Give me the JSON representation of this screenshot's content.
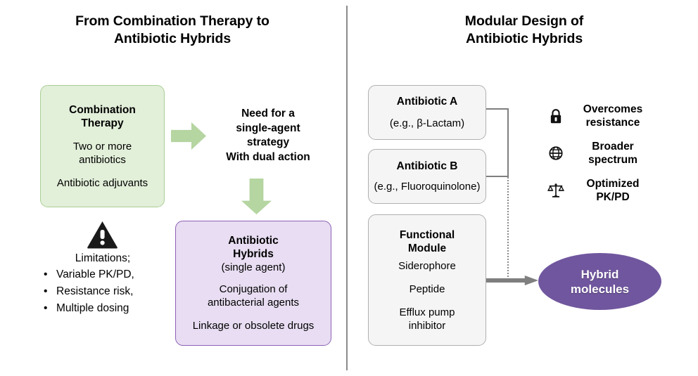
{
  "left_panel": {
    "title": "From Combination Therapy to Antibiotic Hybrids",
    "title_line1": "From Combination Therapy to",
    "title_line2": "Antibiotic Hybrids",
    "combination_box": {
      "title_line1": "Combination",
      "title_line2": "Therapy",
      "line1": "Two or more",
      "line2": "antibiotics",
      "line3": "Antibiotic adjuvants",
      "fill_color": "#e2efd9",
      "border_color": "#a9cf95"
    },
    "need_text": {
      "line1": "Need for a",
      "line2": "single-agent",
      "line3": "strategy",
      "line4": "With dual action"
    },
    "arrow_right_color": "#b5d5a1",
    "arrow_down_color": "#b5d5a1",
    "limitations": {
      "icon": "warning-triangle-icon",
      "heading": "Limitations;",
      "bullet_char": "•",
      "items": [
        "Variable PK/PD,",
        "Resistance risk,",
        "Multiple dosing"
      ]
    },
    "hybrids_box": {
      "title_line1": "Antibiotic",
      "title_line2": "Hybrids",
      "subtitle": "(single agent)",
      "line1": "Conjugation of",
      "line2": "antibacterial agents",
      "line3": "Linkage or obsolete drugs",
      "fill_color": "#e8ddf2",
      "border_color": "#8d62b5"
    }
  },
  "right_panel": {
    "title": "Modular Design of Antibiotic Hybrids",
    "title_line1": "Modular Design of",
    "title_line2": "Antibiotic Hybrids",
    "modules": [
      {
        "name": "antibiotic-a",
        "title": "Antibiotic A",
        "detail": "(e.g.,  β-Lactam)"
      },
      {
        "name": "antibiotic-b",
        "title": "Antibiotic B",
        "detail": "(e.g., Fluoroquinolone)"
      }
    ],
    "functional_module": {
      "title_line1": "Functional",
      "title_line2": "Module",
      "items": [
        "Siderophore",
        "Peptide",
        "Efflux pump inhibitor"
      ],
      "item3_line1": "Efflux pump",
      "item3_line2": "inhibitor"
    },
    "benefits": [
      {
        "icon": "lock-icon",
        "label": "Overcomes resistance",
        "line1": "Overcomes",
        "line2": "resistance"
      },
      {
        "icon": "globe-icon",
        "label": "Broader spectrum",
        "line1": "Broader",
        "line2": "spectrum"
      },
      {
        "icon": "balance-scale-icon",
        "label": "Optimized PK/PD",
        "line1": "Optimized",
        "line2": "PK/PD"
      }
    ],
    "result": {
      "line1": "Hybrid",
      "line2": "molecules",
      "fill_color": "#70569e",
      "text_color": "#ffffff"
    },
    "connector_color": "#7f7f7f",
    "box_fill_color": "#f5f5f5",
    "box_border_color": "#b0b0b0"
  },
  "divider_color": "#8c8c8c"
}
